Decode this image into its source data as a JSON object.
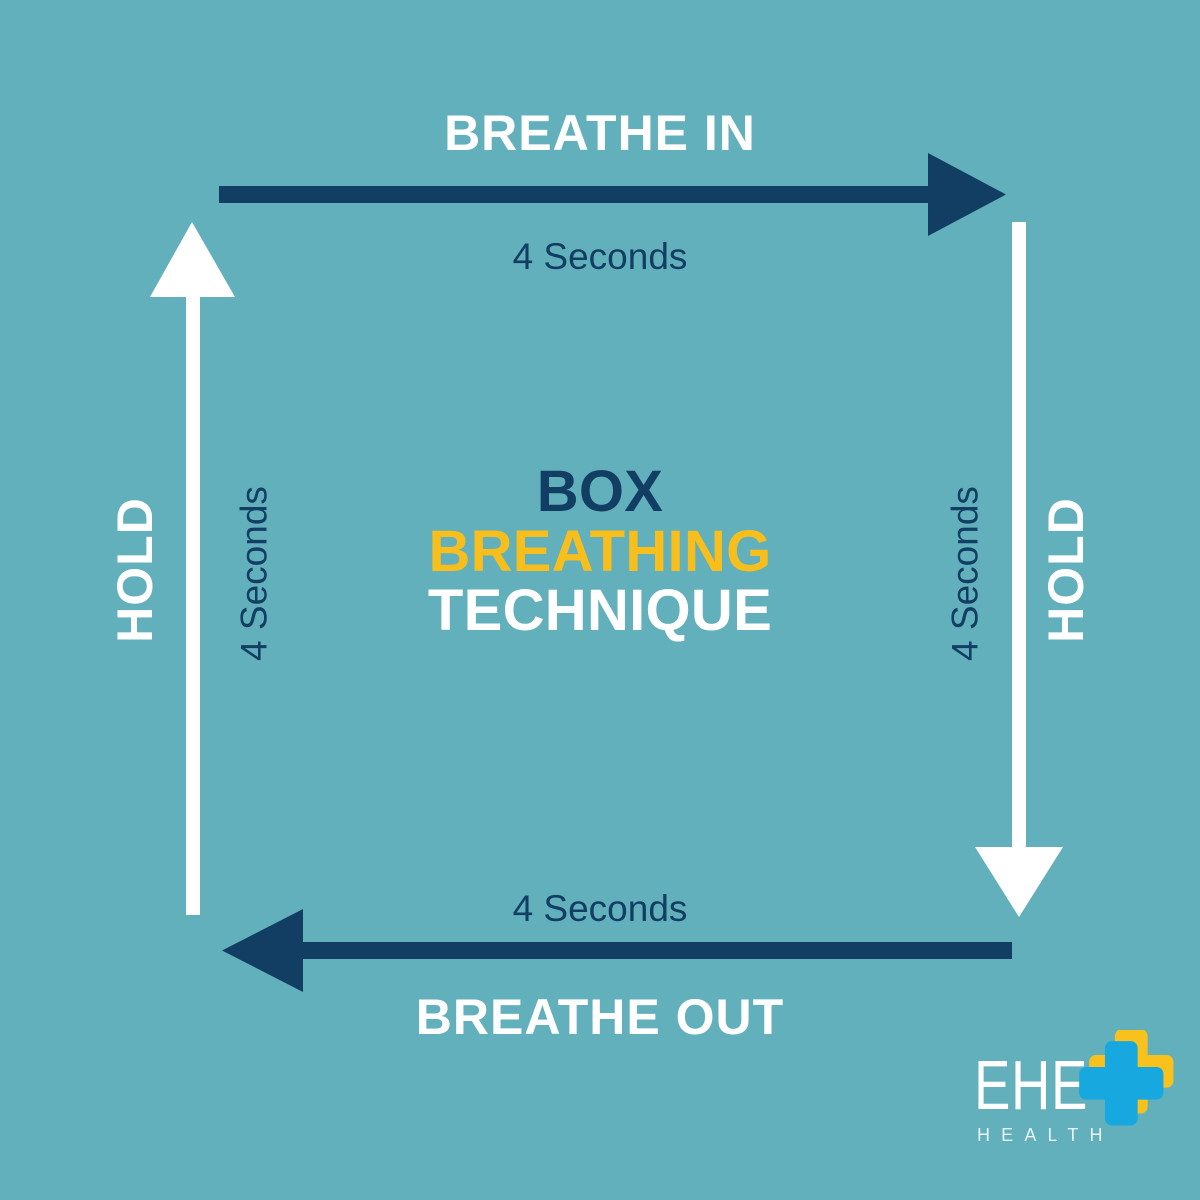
{
  "colors": {
    "background_teal": "#62b0bc",
    "navy": "#123e63",
    "white": "#ffffff",
    "yellow": "#f8be1c",
    "logo_cyan": "#18a8e0",
    "logo_yellow": "#f8c11c"
  },
  "top": {
    "phase_label": "BREATHE IN",
    "duration": "4 Seconds"
  },
  "right": {
    "phase_label": "HOLD",
    "duration": "4 Seconds"
  },
  "bottom": {
    "phase_label": "BREATHE OUT",
    "duration": "4 Seconds"
  },
  "left": {
    "phase_label": "HOLD",
    "duration": "4 Seconds"
  },
  "title": {
    "line1": "BOX",
    "line2": "BREATHING",
    "line3": "TECHNIQUE"
  },
  "logo": {
    "wordmark": "EHE",
    "tagline": "HEALTH",
    "mark": "plus-cross-icon"
  },
  "icons": {
    "top_arrow": "arrow-right-icon",
    "right_arrow": "arrow-down-icon",
    "bottom_arrow": "arrow-left-icon",
    "left_arrow": "arrow-up-icon"
  }
}
